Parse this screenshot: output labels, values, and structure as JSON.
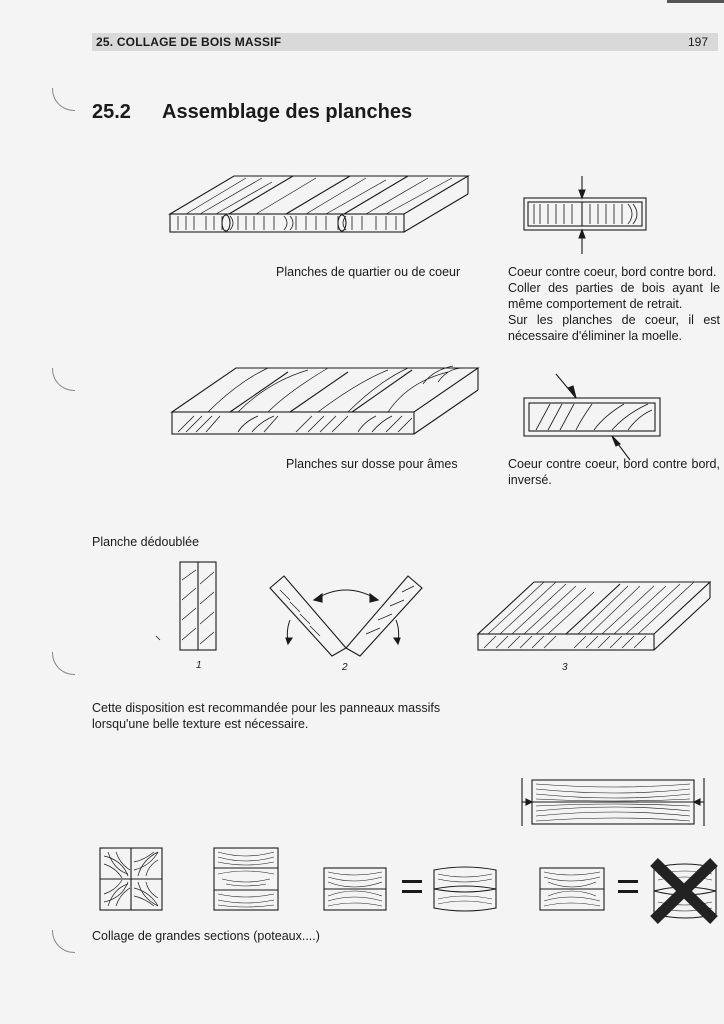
{
  "header": {
    "title": "25. COLLAGE DE BOIS MASSIF",
    "page": "197"
  },
  "section": {
    "number": "25.2",
    "title": "Assemblage des planches"
  },
  "figures": {
    "quartier": {
      "caption": "Planches de quartier ou de coeur"
    },
    "coeur_note": {
      "line1": "Coeur contre coeur, bord contre bord.",
      "line2": "Coller des parties de bois ayant le même comportement de retrait.",
      "line3": "Sur les planches de coeur, il est nécessaire d'éliminer la moelle."
    },
    "dosse": {
      "caption": "Planches sur dosse pour âmes"
    },
    "inverse_note": {
      "text": "Coeur contre coeur, bord contre bord, inversé."
    },
    "dedoublee": {
      "label": "Planche dédoublée",
      "n1": "1",
      "n2": "2",
      "n3": "3"
    },
    "texture_note": {
      "line1": "Cette disposition est recommandée pour les panneaux massifs",
      "line2": "lorsqu'une belle texture est nécessaire."
    },
    "grandes_sections": {
      "caption": "Collage de grandes sections (poteaux....)"
    }
  },
  "colors": {
    "ink": "#1a1a1a",
    "header_band": "#d9d9d9",
    "paper": "#f4f4f4"
  }
}
